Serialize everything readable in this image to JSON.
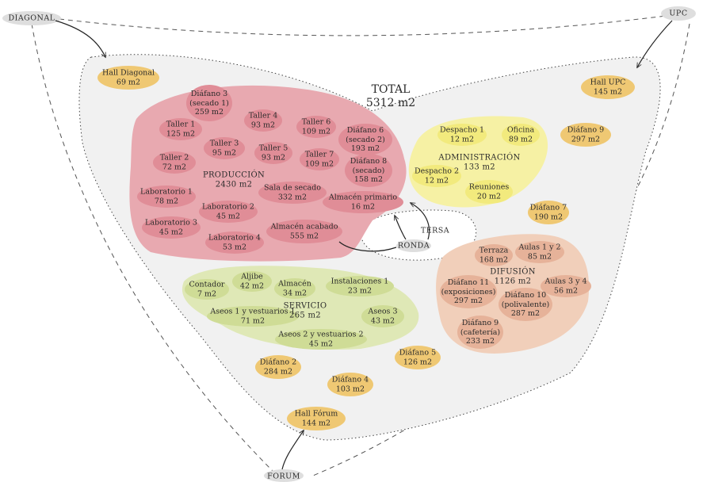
{
  "total": {
    "name": "TOTAL",
    "area": "5312 m2"
  },
  "entrances": [
    {
      "id": "diagonal",
      "label": "DIAGONAL"
    },
    {
      "id": "upc",
      "label": "UPC"
    },
    {
      "id": "forum",
      "label": "FORUM"
    },
    {
      "id": "ronda",
      "label": "RONDA"
    }
  ],
  "tersa": {
    "label": "TERSA"
  },
  "zones": [
    {
      "id": "produccion",
      "name": "PRODUCCIÓN",
      "area": "2430 m2",
      "color": "#e8a9b0",
      "rooms": [
        {
          "id": "diafano-3-secado-1",
          "name": "Diáfano 3\n(secado 1)",
          "area": "259 m2"
        },
        {
          "id": "taller-4",
          "name": "Taller 4",
          "area": "93 m2"
        },
        {
          "id": "taller-6",
          "name": "Taller 6",
          "area": "109 m2"
        },
        {
          "id": "taller-1",
          "name": "Taller 1",
          "area": "125 m2"
        },
        {
          "id": "diafano-6-secado-2",
          "name": "Diáfano 6\n(secado 2)",
          "area": "193 m2"
        },
        {
          "id": "taller-3",
          "name": "Taller 3",
          "area": "95 m2"
        },
        {
          "id": "taller-5",
          "name": "Taller 5",
          "area": "93 m2"
        },
        {
          "id": "taller-7",
          "name": "Taller 7",
          "area": "109 m2"
        },
        {
          "id": "taller-2",
          "name": "Taller 2",
          "area": "72 m2"
        },
        {
          "id": "diafano-8-secado",
          "name": "Diáfano 8\n(secado)",
          "area": "158 m2"
        },
        {
          "id": "laboratorio-1",
          "name": "Laboratorio 1",
          "area": "78 m2"
        },
        {
          "id": "sala-de-secado",
          "name": "Sala de secado",
          "area": "332 m2"
        },
        {
          "id": "almacen-primario",
          "name": "Almacén primario",
          "area": "16 m2"
        },
        {
          "id": "laboratorio-2",
          "name": "Laboratorio 2",
          "area": "45 m2"
        },
        {
          "id": "laboratorio-3",
          "name": "Laboratorio 3",
          "area": "45 m2"
        },
        {
          "id": "almacen-acabado",
          "name": "Almacén acabado",
          "area": "555 m2"
        },
        {
          "id": "laboratorio-4",
          "name": "Laboratorio 4",
          "area": "53 m2"
        }
      ]
    },
    {
      "id": "administracion",
      "name": "ADMINISTRACIÓN",
      "area": "133 m2",
      "color": "#f6f1a4",
      "rooms": [
        {
          "id": "despacho-1",
          "name": "Despacho 1",
          "area": "12 m2"
        },
        {
          "id": "oficina",
          "name": "Oficina",
          "area": "89 m2"
        },
        {
          "id": "despacho-2",
          "name": "Despacho 2",
          "area": "12 m2"
        },
        {
          "id": "reuniones",
          "name": "Reuniones",
          "area": "20 m2"
        }
      ]
    },
    {
      "id": "difusion",
      "name": "DIFUSIÓN",
      "area": "1126 m2",
      "color": "#f1cfba",
      "rooms": [
        {
          "id": "terraza",
          "name": "Terraza",
          "area": "168 m2"
        },
        {
          "id": "aulas-1-y-2",
          "name": "Aulas 1 y 2",
          "area": "85 m2"
        },
        {
          "id": "diafano-11-exposiciones",
          "name": "Diáfano 11\n(exposiciones)",
          "area": "297 m2"
        },
        {
          "id": "aulas-3-y-4",
          "name": "Aulas 3 y 4",
          "area": "56 m2"
        },
        {
          "id": "diafano-10-polivalente",
          "name": "Diáfano 10\n(polivalente)",
          "area": "287 m2"
        },
        {
          "id": "diafano-9-cafeteria",
          "name": "Diáfano 9\n(cafetería)",
          "area": "233 m2"
        }
      ]
    },
    {
      "id": "servicio",
      "name": "SERVICIO",
      "area": "265 m2",
      "color": "#dfe8b6",
      "rooms": [
        {
          "id": "contador",
          "name": "Contador",
          "area": "7 m2"
        },
        {
          "id": "aljibe",
          "name": "Aljibe",
          "area": "42 m2"
        },
        {
          "id": "almacen",
          "name": "Almacén",
          "area": "34 m2"
        },
        {
          "id": "instalaciones-1",
          "name": "Instalaciones 1",
          "area": "23 m2"
        },
        {
          "id": "aseos-1-y-vestuarios-1",
          "name": "Aseos 1 y vestuarios 1",
          "area": "71 m2"
        },
        {
          "id": "aseos-3",
          "name": "Aseos 3",
          "area": "43 m2"
        },
        {
          "id": "aseos-2-y-vestuarios-2",
          "name": "Aseos 2 y vestuarios 2",
          "area": "45 m2"
        }
      ]
    }
  ],
  "free_rooms": [
    {
      "id": "hall-diagonal",
      "name": "Hall Diagonal",
      "area": "69 m2"
    },
    {
      "id": "hall-upc",
      "name": "Hall UPC",
      "area": "145 m2"
    },
    {
      "id": "diafano-9",
      "name": "Diáfano 9",
      "area": "297 m2"
    },
    {
      "id": "diafano-7",
      "name": "Diáfano 7",
      "area": "190 m2"
    },
    {
      "id": "diafano-2",
      "name": "Diáfano 2",
      "area": "284 m2"
    },
    {
      "id": "diafano-5",
      "name": "Diáfano 5",
      "area": "126 m2"
    },
    {
      "id": "diafano-4",
      "name": "Diáfano 4",
      "area": "103 m2"
    },
    {
      "id": "hall-forum",
      "name": "Hall Fórum",
      "area": "144 m2"
    }
  ],
  "colors": {
    "site": "#f1f1f1",
    "produccion": "#e8a9b0",
    "produccion_room": "#e08d97",
    "administracion": "#f6f1a4",
    "administracion_room": "#f2ea7d",
    "difusion": "#f1cfba",
    "difusion_room": "#e6b299",
    "servicio": "#dfe8b6",
    "servicio_room": "#cfdc96",
    "hall": "#efc873",
    "entrance": "#dedede"
  }
}
